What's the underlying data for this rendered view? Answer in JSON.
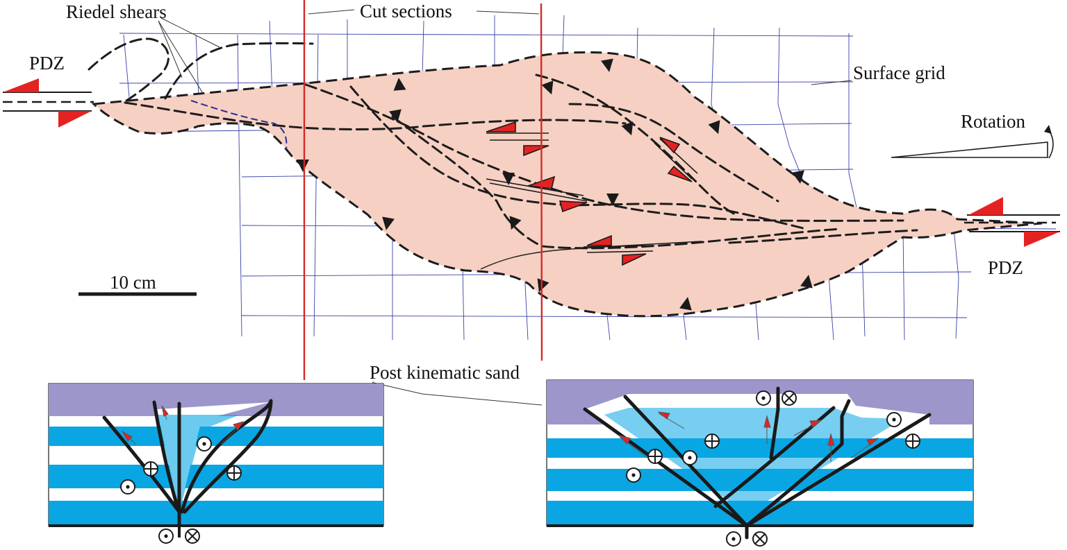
{
  "labels": {
    "riedel_shears": "Riedel shears",
    "cut_sections": "Cut sections",
    "pdz_left": "PDZ",
    "pdz_right": "PDZ",
    "surface_grid": "Surface grid",
    "rotation": "Rotation",
    "scale": "10 cm",
    "post_kinematic_sand": "Post kinematic sand"
  },
  "colors": {
    "shear_zone_fill": "#f6d0c2",
    "grid_lines": "#3a3fa6",
    "cut_section_lines": "#d42a2a",
    "blue_layers": "#0aa6e4",
    "white_layers": "#ffffff",
    "post_kinematic_sand": "#9d96cb",
    "offset_arrows": "#e52222",
    "faults": "#1a1a1a"
  },
  "symbols": {
    "out_of_page": "circle-dot-symbol",
    "into_page": "circle-plus-symbol",
    "into_page_base": "circle-cross-symbol"
  }
}
